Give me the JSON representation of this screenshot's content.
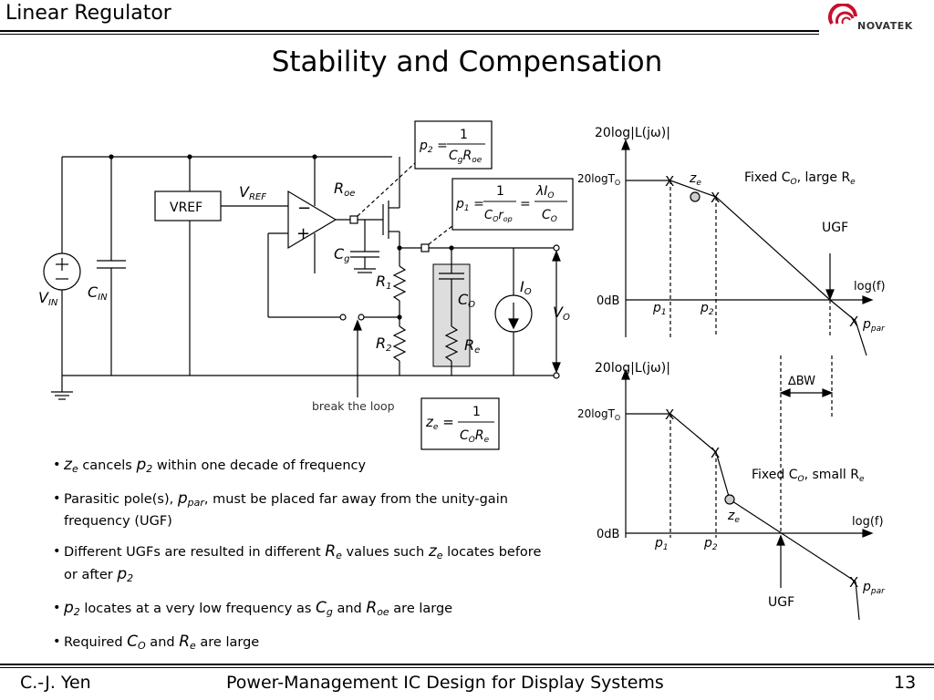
{
  "header": {
    "title": "Linear Regulator",
    "logo_text": "NOVATEK"
  },
  "slide": {
    "title": "Stability and Compensation"
  },
  "circuit": {
    "vref": "VREF",
    "v_ref": "V",
    "v_ref_sub": "REF",
    "r_oe": "R",
    "r_oe_sub": "oe",
    "c_g": "C",
    "c_g_sub": "g",
    "r1": "R",
    "r1_sub": "1",
    "r2": "R",
    "r2_sub": "2",
    "c_o": "C",
    "c_o_sub": "O",
    "r_e": "R",
    "r_e_sub": "e",
    "i_o": "I",
    "i_o_sub": "O",
    "v_o": "V",
    "v_o_sub": "O",
    "v_in": "V",
    "v_in_sub": "IN",
    "c_in": "C",
    "c_in_sub": "IN",
    "break_loop": "break the loop",
    "p2_eq": {
      "lhs": "p",
      "lhs_sub": "2",
      "num": "1",
      "den": "C",
      "den_sub1": "g",
      "den2": "R",
      "den_sub2": "oe"
    },
    "p1_eq": {
      "lhs": "p",
      "lhs_sub": "1",
      "num1": "1",
      "den1": "C",
      "den1_sub": "O",
      "den1b": "r",
      "den1b_sub": "op",
      "num2": "λI",
      "num2_sub": "O",
      "den2": "C",
      "den2_sub": "O"
    },
    "ze_eq": {
      "lhs": "z",
      "lhs_sub": "e",
      "num": "1",
      "den": "C",
      "den_sub1": "O",
      "den2": "R",
      "den_sub2": "e"
    }
  },
  "plot_top": {
    "ylabel": "20log|L(jω)|",
    "gain": "20logT",
    "gain_sub": "O",
    "zero_db": "0dB",
    "xlabel": "log(f)",
    "p1": "p",
    "p1_sub": "1",
    "p2": "p",
    "p2_sub": "2",
    "ze": "z",
    "ze_sub": "e",
    "ppar": "p",
    "ppar_sub": "par",
    "ugf": "UGF",
    "note": "Fixed C",
    "note_sub": "O",
    "note2": ", large R",
    "note2_sub": "e"
  },
  "plot_bottom": {
    "ylabel": "20log|L(jω)|",
    "gain": "20logT",
    "gain_sub": "O",
    "zero_db": "0dB",
    "xlabel": "log(f)",
    "p1": "p",
    "p1_sub": "1",
    "p2": "p",
    "p2_sub": "2",
    "ze": "z",
    "ze_sub": "e",
    "ppar": "p",
    "ppar_sub": "par",
    "ugf": "UGF",
    "dbw": "∆BW",
    "note": "Fixed C",
    "note_sub": "O",
    "note2": ", small R",
    "note2_sub": "e"
  },
  "bullets": [
    {
      "a": "z",
      "a_sub": "e",
      "b": " cancels ",
      "c": "p",
      "c_sub": "2",
      "d": " within one decade of frequency"
    },
    {
      "a": "Parasitic pole(s), ",
      "b": "p",
      "b_sub": "par",
      "c": ", must be placed far away from the unity-gain frequency (UGF)"
    },
    {
      "a": "Different UGFs are resulted in different ",
      "b": "R",
      "b_sub": "e",
      "c": " values such ",
      "d": "z",
      "d_sub": "e",
      "e": " locates before or after ",
      "f": "p",
      "f_sub": "2"
    },
    {
      "a": "p",
      "a_sub": "2",
      "b": " locates at a very low frequency as ",
      "c": "C",
      "c_sub": "g",
      "d": " and ",
      "e": "R",
      "e_sub": "oe",
      "f": " are large"
    },
    {
      "a": "Required ",
      "b": "C",
      "b_sub": "O",
      "c": " and ",
      "d": "R",
      "d_sub": "e",
      "e": " are large"
    }
  ],
  "footer": {
    "author": "C.-J. Yen",
    "course": "Power-Management IC Design for Display Systems",
    "page": "13"
  }
}
